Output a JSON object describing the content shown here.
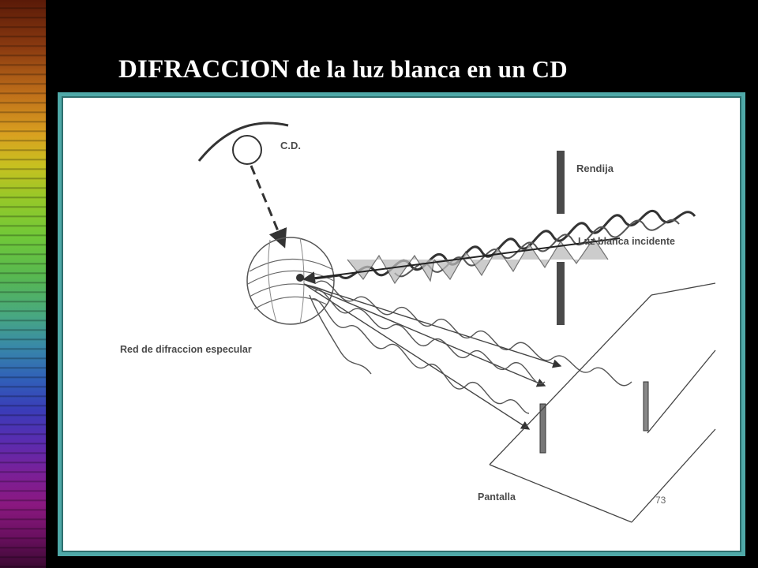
{
  "slide": {
    "title_strong": "DIFRACCION",
    "title_rest": " de la luz blanca en un CD"
  },
  "diagram": {
    "labels": {
      "cd": "C.D.",
      "slit": "Rendija",
      "incident": "Luz blanca incidente",
      "grating": "Red de difraccion especular",
      "screen": "Pantalla",
      "page_number": "73"
    }
  },
  "colors": {
    "frame": "#4fa9a8",
    "background": "#000000",
    "title": "#ffffff"
  }
}
